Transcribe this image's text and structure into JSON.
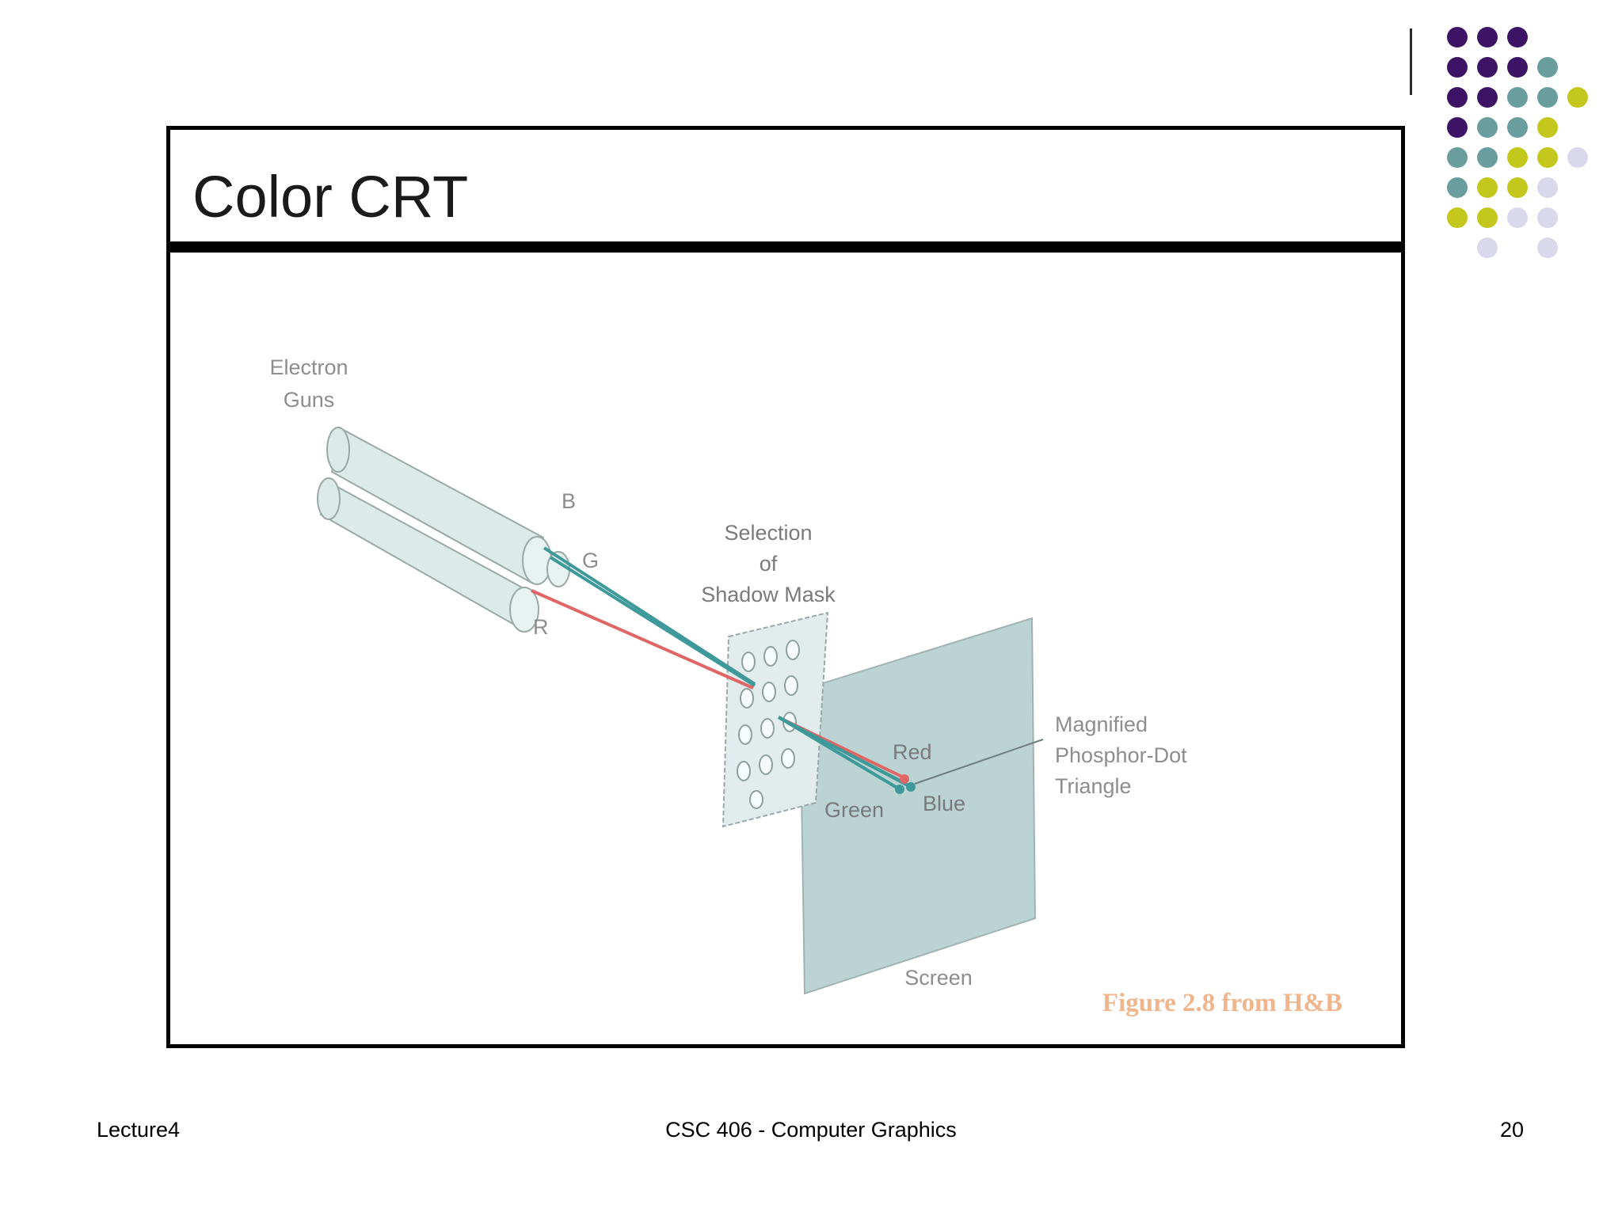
{
  "slide": {
    "title": "Color CRT",
    "credit": "Figure 2.8 from H&B"
  },
  "diagram": {
    "labels": {
      "electron_guns_line1": "Electron",
      "electron_guns_line2": "Guns",
      "gun_b": "B",
      "gun_g": "G",
      "gun_r": "R",
      "mask_line1": "Selection",
      "mask_line2": "of",
      "mask_line3": "Shadow Mask",
      "phosphor_line1": "Magnified",
      "phosphor_line2": "Phosphor-Dot",
      "phosphor_line3": "Triangle",
      "dot_red": "Red",
      "dot_green": "Green",
      "dot_blue": "Blue",
      "screen": "Screen"
    },
    "colors": {
      "gun_fill": "#dcebe8",
      "screen_fill": "#bcd3d3",
      "beam_red": "#e06666",
      "beam_teal": "#3e9a9a"
    }
  },
  "footer": {
    "left": "Lecture4",
    "center": "CSC 406 - Computer Graphics",
    "right": "20"
  },
  "decoration": {
    "dot_colors": [
      "#3d1366",
      "#6a9e9e",
      "#c5c81c",
      "#d9d8ec"
    ]
  }
}
